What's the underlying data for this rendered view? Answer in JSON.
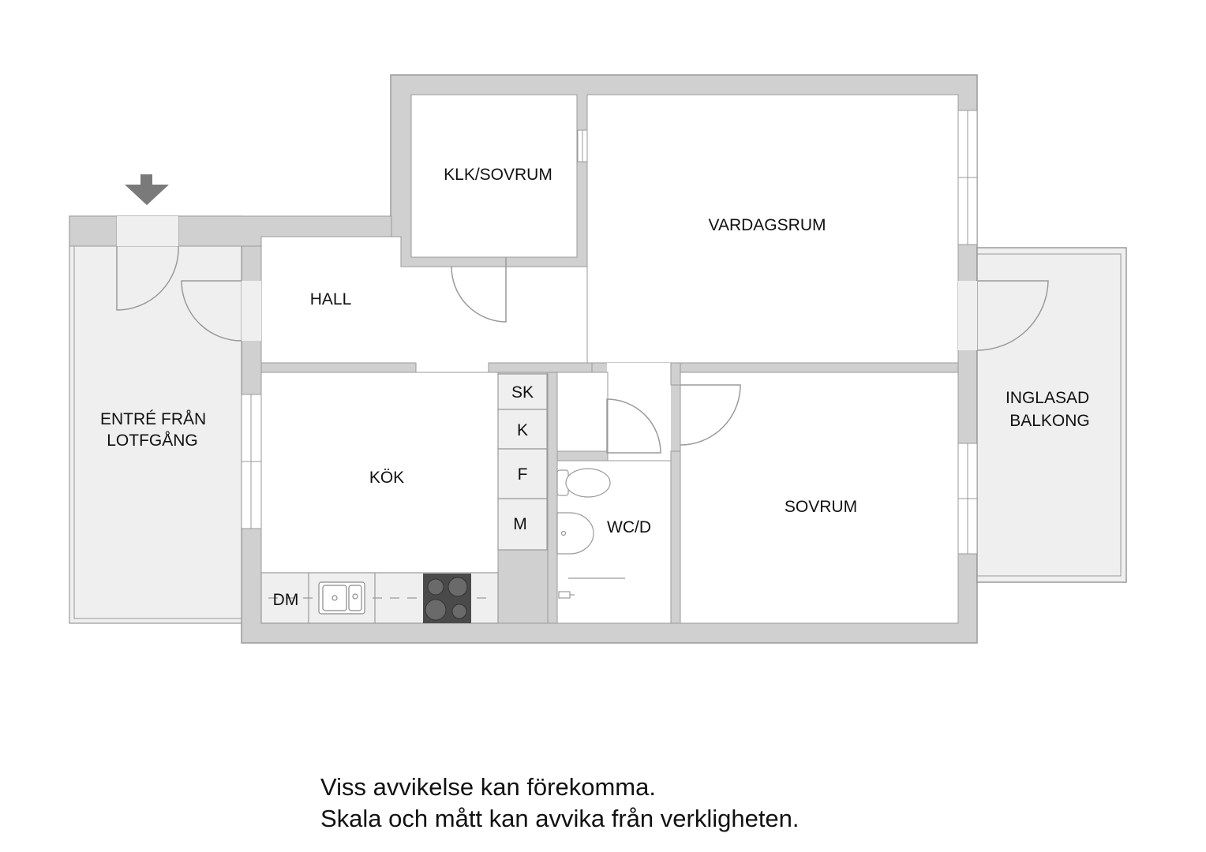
{
  "rooms": {
    "entrance": [
      "ENTRÉ FRÅN",
      "LOTFGÅNG"
    ],
    "hall": "HALL",
    "klk": "KLK/SOVRUM",
    "living": "VARDAGSRUM",
    "kitchen": "KÖK",
    "wc": "WC/D",
    "bedroom": "SOVRUM",
    "balcony": [
      "INGLASAD",
      "BALKONG"
    ]
  },
  "storage": [
    "SK",
    "K",
    "F",
    "M"
  ],
  "fixtures": {
    "dishwasher": "DM"
  },
  "disclaimer": [
    "Viss avvikelse kan förekomma.",
    "Skala och mått kan avvika från verkligheten."
  ],
  "colors": {
    "wall": "#d0d0d0",
    "wall_edge": "#9a9a9a",
    "floor_light": "#efefef",
    "room_floor": "#ffffff",
    "stove": "#4a4a4a",
    "arrow": "#7a7a7a"
  }
}
